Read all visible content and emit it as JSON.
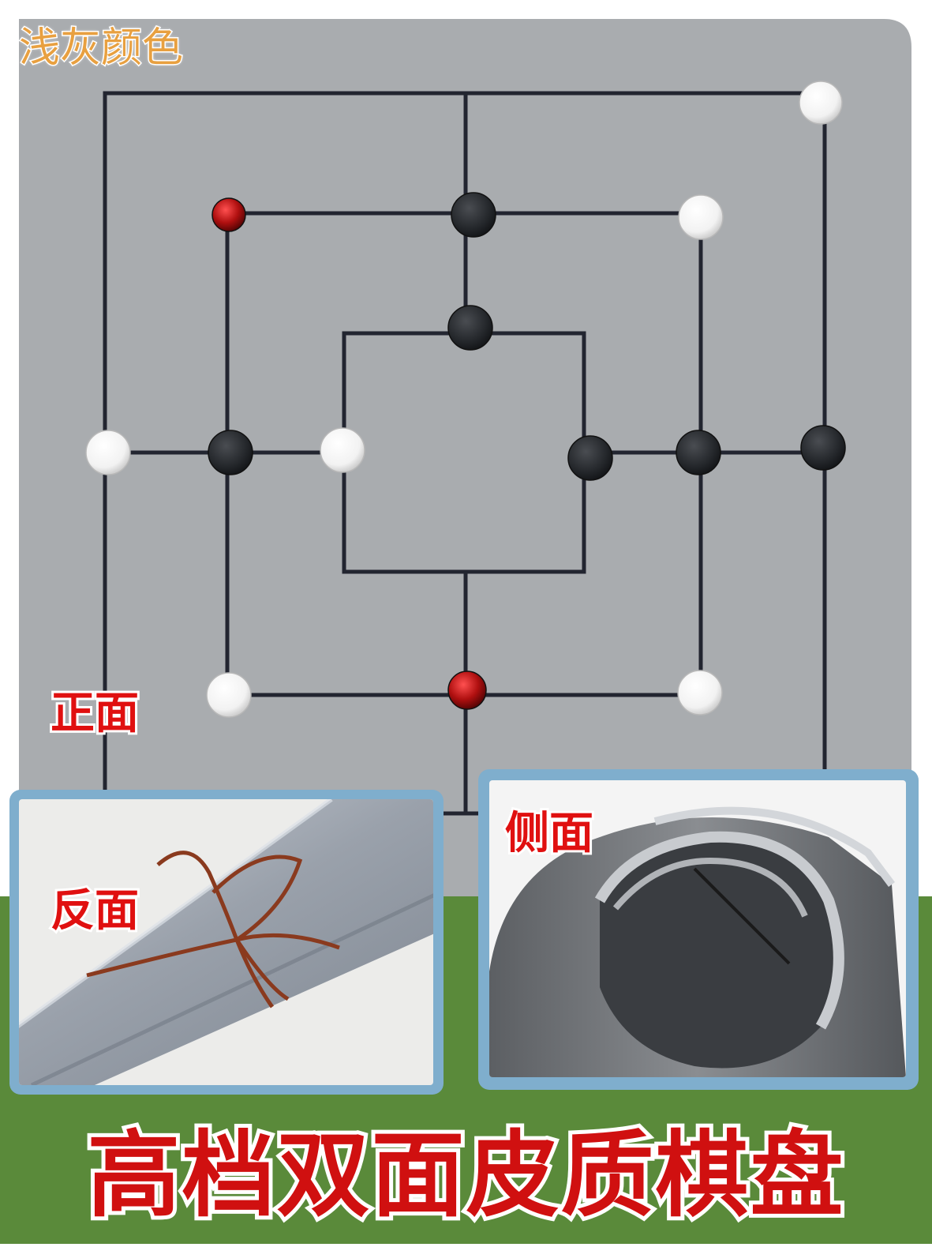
{
  "image": {
    "color_name_label": "浅灰颜色",
    "front_label": "正面",
    "back_label": "反面",
    "side_label": "侧面",
    "headline": "高档双面皮质棋盘"
  },
  "colors": {
    "board": "#a9acaf",
    "board_line": "#222530",
    "background_green": "#5a8a3a",
    "inset_frame": "#7faecd",
    "label_red": "#e01010",
    "color_name_orange": "#e8a040"
  },
  "pieces": [
    {
      "color": "white",
      "icon": "white-stone"
    },
    {
      "color": "red",
      "icon": "red-glass-stone"
    },
    {
      "color": "black",
      "icon": "black-stone"
    },
    {
      "color": "white",
      "icon": "white-stone"
    },
    {
      "color": "black",
      "icon": "black-stone"
    },
    {
      "color": "white",
      "icon": "white-stone"
    },
    {
      "color": "black",
      "icon": "black-stone"
    },
    {
      "color": "white",
      "icon": "white-stone"
    },
    {
      "color": "black",
      "icon": "black-stone"
    },
    {
      "color": "black",
      "icon": "black-stone"
    },
    {
      "color": "black",
      "icon": "black-stone"
    },
    {
      "color": "white",
      "icon": "white-stone"
    },
    {
      "color": "red",
      "icon": "red-glass-stone"
    },
    {
      "color": "white",
      "icon": "white-stone"
    }
  ]
}
